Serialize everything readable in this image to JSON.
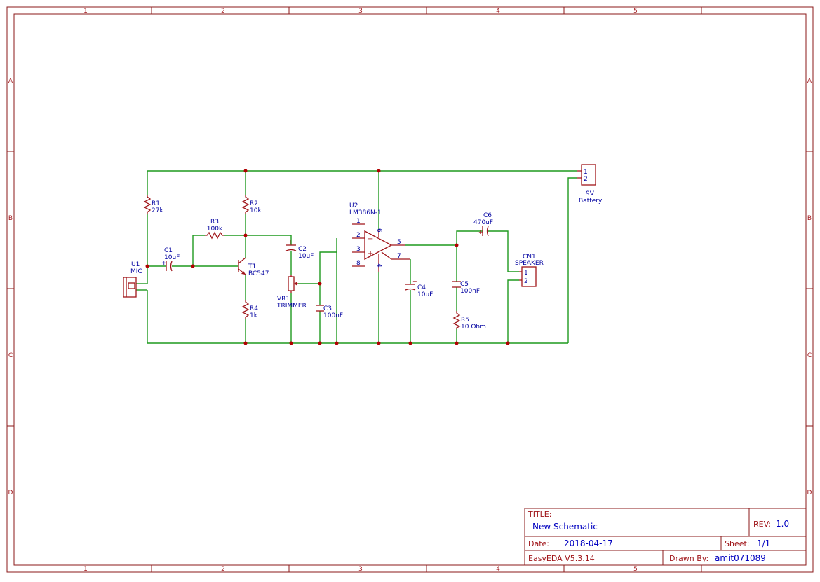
{
  "frame": {
    "columns": [
      "1",
      "2",
      "3",
      "4",
      "5"
    ],
    "rows": [
      "A",
      "B",
      "C",
      "D"
    ]
  },
  "components": {
    "r1": {
      "ref": "R1",
      "value": "27k"
    },
    "r2": {
      "ref": "R2",
      "value": "10k"
    },
    "r3": {
      "ref": "R3",
      "value": "100k"
    },
    "r4": {
      "ref": "R4",
      "value": "1k"
    },
    "r5": {
      "ref": "R5",
      "value": "10 Ohm"
    },
    "c1": {
      "ref": "C1",
      "value": "10uF"
    },
    "c2": {
      "ref": "C2",
      "value": "10uF"
    },
    "c3": {
      "ref": "C3",
      "value": "100nF"
    },
    "c4": {
      "ref": "C4",
      "value": "10uF"
    },
    "c5": {
      "ref": "C5",
      "value": "100nF"
    },
    "c6": {
      "ref": "C6",
      "value": "470uF"
    },
    "t1": {
      "ref": "T1",
      "value": "BC547"
    },
    "u1": {
      "ref": "U1",
      "value": "MIC"
    },
    "u2": {
      "ref": "U2",
      "value": "LM386N-1",
      "pins": {
        "p1": "1",
        "p2": "2",
        "p3": "3",
        "p4": "4",
        "p5": "5",
        "p6": "6",
        "p7": "7",
        "p8": "8"
      }
    },
    "vr1": {
      "ref": "VR1",
      "value": "TRIMMER"
    },
    "cn1": {
      "ref": "CN1",
      "value": "SPEAKER",
      "pins": [
        "1",
        "2"
      ]
    },
    "battery": {
      "ref": "9V",
      "value": "Battery",
      "pins": [
        "1",
        "2"
      ]
    }
  },
  "title_block": {
    "title_label": "TITLE:",
    "title": "New Schematic",
    "rev_label": "REV:",
    "rev": "1.0",
    "date_label": "Date:",
    "date": "2018-04-17",
    "sheet_label": "Sheet:",
    "sheet": "1/1",
    "software": "EasyEDA V5.3.14",
    "drawn_label": "Drawn By:",
    "drawn_by": "amit071089"
  },
  "colors": {
    "frame": "#8b1a1a",
    "wire": "#1f9a1f",
    "symbol": "#a0161a",
    "label": "#0000a0",
    "junction": "#b00000"
  }
}
